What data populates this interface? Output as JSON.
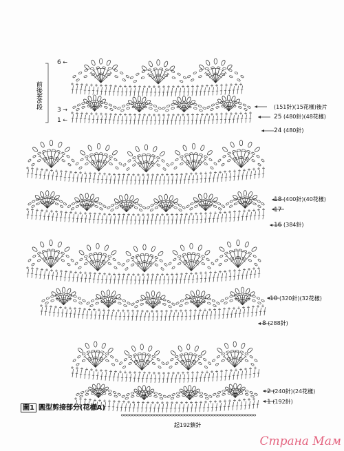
{
  "diagram": {
    "caption_box": "圖1",
    "caption_text": "圓型剪接部分(花樣A)",
    "side_label": "前後差6段",
    "start_note": "起192鎖針",
    "watermark": "Страна Мам"
  },
  "top_rows": [
    {
      "n": "6"
    },
    {
      "n": "3"
    },
    {
      "n": "1"
    }
  ],
  "row_labels": [
    {
      "row": "",
      "text": "(151針)(15花樣)後片"
    },
    {
      "row": "25",
      "text": "(480針)(48花樣)"
    },
    {
      "row": "24",
      "text": "(480針)"
    },
    {
      "row": "18",
      "text": "(400針)(40花樣)"
    },
    {
      "row": "17",
      "text": ""
    },
    {
      "row": "16",
      "text": "(384針)"
    },
    {
      "row": "10",
      "text": "(320針)(32花樣)"
    },
    {
      "row": "8",
      "text": "(288針)"
    },
    {
      "row": "2",
      "text": "(240針)(24花樣)"
    },
    {
      "row": "1",
      "text": "(192針)"
    }
  ]
}
